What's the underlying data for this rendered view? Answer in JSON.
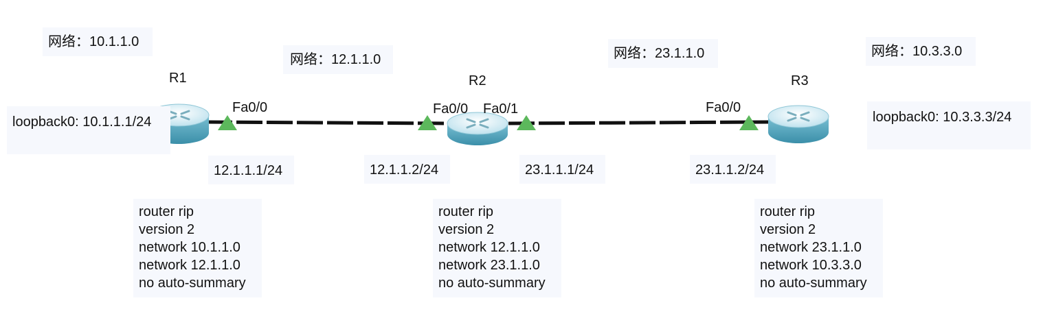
{
  "diagram": {
    "routers": [
      {
        "name": "R1"
      },
      {
        "name": "R2"
      },
      {
        "name": "R3"
      }
    ],
    "networks": {
      "net_10_1": "网络：10.1.1.0",
      "net_12": "网络：12.1.1.0",
      "net_23": "网络：23.1.1.0",
      "net_10_3": "网络：10.3.3.0"
    },
    "loopbacks": {
      "r1": "loopback0: 10.1.1.1/24",
      "r3": "loopback0: 10.3.3.3/24"
    },
    "interfaces": {
      "r1_fa00": "Fa0/0",
      "r2_fa00": "Fa0/0",
      "r2_fa01": "Fa0/1",
      "r3_fa00": "Fa0/0"
    },
    "addresses": {
      "r1_fa00": "12.1.1.1/24",
      "r2_fa00": "12.1.1.2/24",
      "r2_fa01": "23.1.1.1/24",
      "r3_fa00": "23.1.1.2/24"
    },
    "configs": {
      "r1": [
        "router rip",
        "version 2",
        "network 10.1.1.0",
        "network 12.1.1.0",
        "no auto-summary"
      ],
      "r2": [
        "router rip",
        "version 2",
        "network 12.1.1.0",
        "network 23.1.1.0",
        "no auto-summary"
      ],
      "r3": [
        "router rip",
        "version 2",
        "network 23.1.1.0",
        "network 10.3.3.0",
        "no auto-summary"
      ]
    },
    "colors": {
      "router_top": "#cfe9f2",
      "router_body": "#4fa3bd",
      "link": "#111111",
      "port_up": "#5cb85c"
    }
  }
}
